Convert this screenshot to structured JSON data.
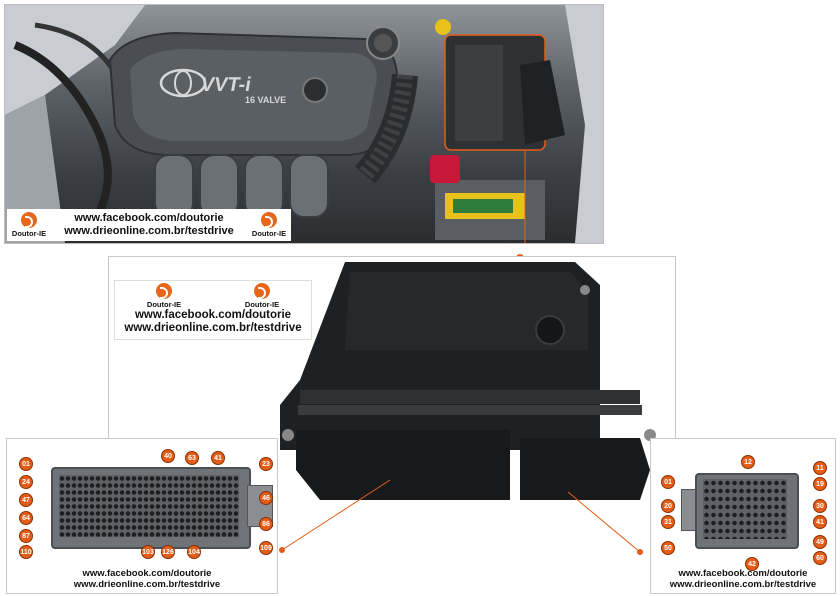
{
  "watermark": {
    "brand_name": "Doutor-IE",
    "url_facebook": "www.facebook.com/doutorie",
    "url_site": "www.drieonline.com.br/testdrive"
  },
  "engine_photo": {
    "cover_text": "VVT-i",
    "cover_subtext": "16 VALVE"
  },
  "connector_left": {
    "pins_left": [
      "01",
      "24",
      "47",
      "64",
      "87",
      "110"
    ],
    "pins_top": [
      "40",
      "63",
      "41",
      "23"
    ],
    "pins_right": [
      "46",
      "86",
      "109"
    ],
    "pins_bottom": [
      "103",
      "126",
      "104"
    ]
  },
  "connector_right": {
    "pins_left": [
      "01",
      "20",
      "31",
      "50"
    ],
    "pins_top": [
      "12"
    ],
    "pins_right": [
      "11",
      "19",
      "30",
      "41",
      "49",
      "60"
    ],
    "pins_bottom": [
      "42"
    ]
  },
  "colors": {
    "accent": "#e45d18",
    "ecu_body": "#1e2124",
    "connector_body": "#6f7378"
  }
}
